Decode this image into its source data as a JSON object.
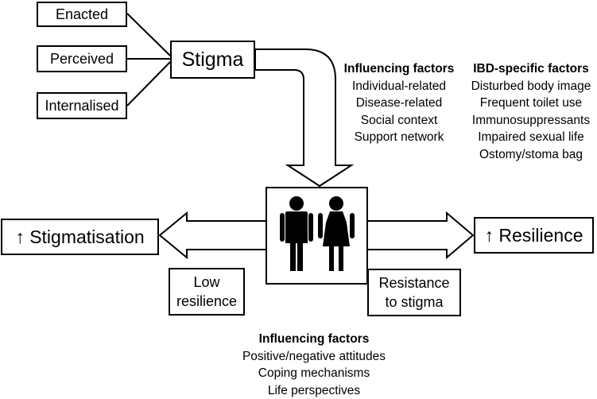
{
  "stigma_types": [
    "Enacted",
    "Perceived",
    "Internalised"
  ],
  "stigma": "Stigma",
  "influencing_factors_top": {
    "heading": "Influencing factors",
    "items": [
      "Individual-related",
      "Disease-related",
      "Social context",
      "Support network"
    ]
  },
  "ibd_factors": {
    "heading": "IBD-specific factors",
    "items": [
      "Disturbed body image",
      "Frequent toilet use",
      "Immunosuppressants",
      "Impaired sexual life",
      "Ostomy/stoma bag"
    ]
  },
  "outcomes": {
    "left": "↑ Stigmatisation",
    "right": "↑ Resilience"
  },
  "low_resilience": [
    "Low",
    "resilience"
  ],
  "resistance": [
    "Resistance",
    "to stigma"
  ],
  "influencing_factors_bottom": {
    "heading": "Influencing factors",
    "items": [
      "Positive/negative attitudes",
      "Coping mechanisms",
      "Life perspectives"
    ]
  },
  "icons": {
    "center": "people-icon"
  }
}
